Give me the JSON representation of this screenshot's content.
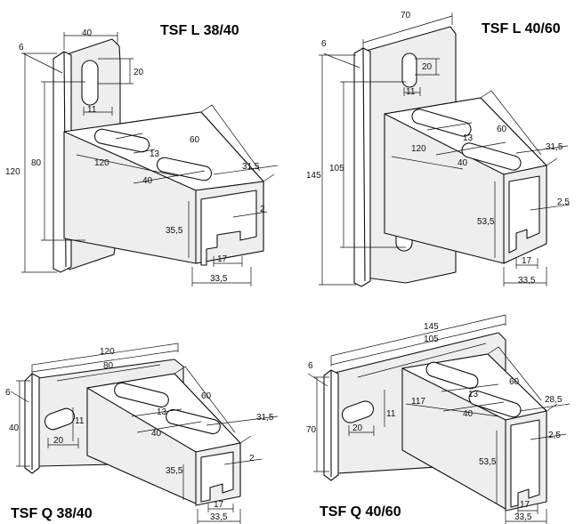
{
  "titles": {
    "tl": "TSF L 38/40",
    "tr": "TSF L 40/60",
    "bl": "TSF Q 38/40",
    "br": "TSF Q 40/60"
  },
  "dims": {
    "tl": [
      "40",
      "6",
      "20",
      "11",
      "80",
      "120",
      "60",
      "13",
      "120",
      "40",
      "31,5",
      "2",
      "35,5",
      "17",
      "33,5"
    ],
    "tr": [
      "70",
      "6",
      "20",
      "11",
      "145",
      "105",
      "60",
      "13",
      "120",
      "40",
      "31,5",
      "2,5",
      "53,5",
      "17",
      "33,5"
    ],
    "bl": [
      "120",
      "80",
      "6",
      "40",
      "11",
      "20",
      "60",
      "13",
      "40",
      "31,5",
      "2",
      "35,5",
      "17",
      "33,5"
    ],
    "br": [
      "145",
      "105",
      "6",
      "70",
      "11",
      "20",
      "60",
      "13",
      "117",
      "40",
      "28,5",
      "2,5",
      "53,5",
      "17",
      "33,5"
    ]
  }
}
